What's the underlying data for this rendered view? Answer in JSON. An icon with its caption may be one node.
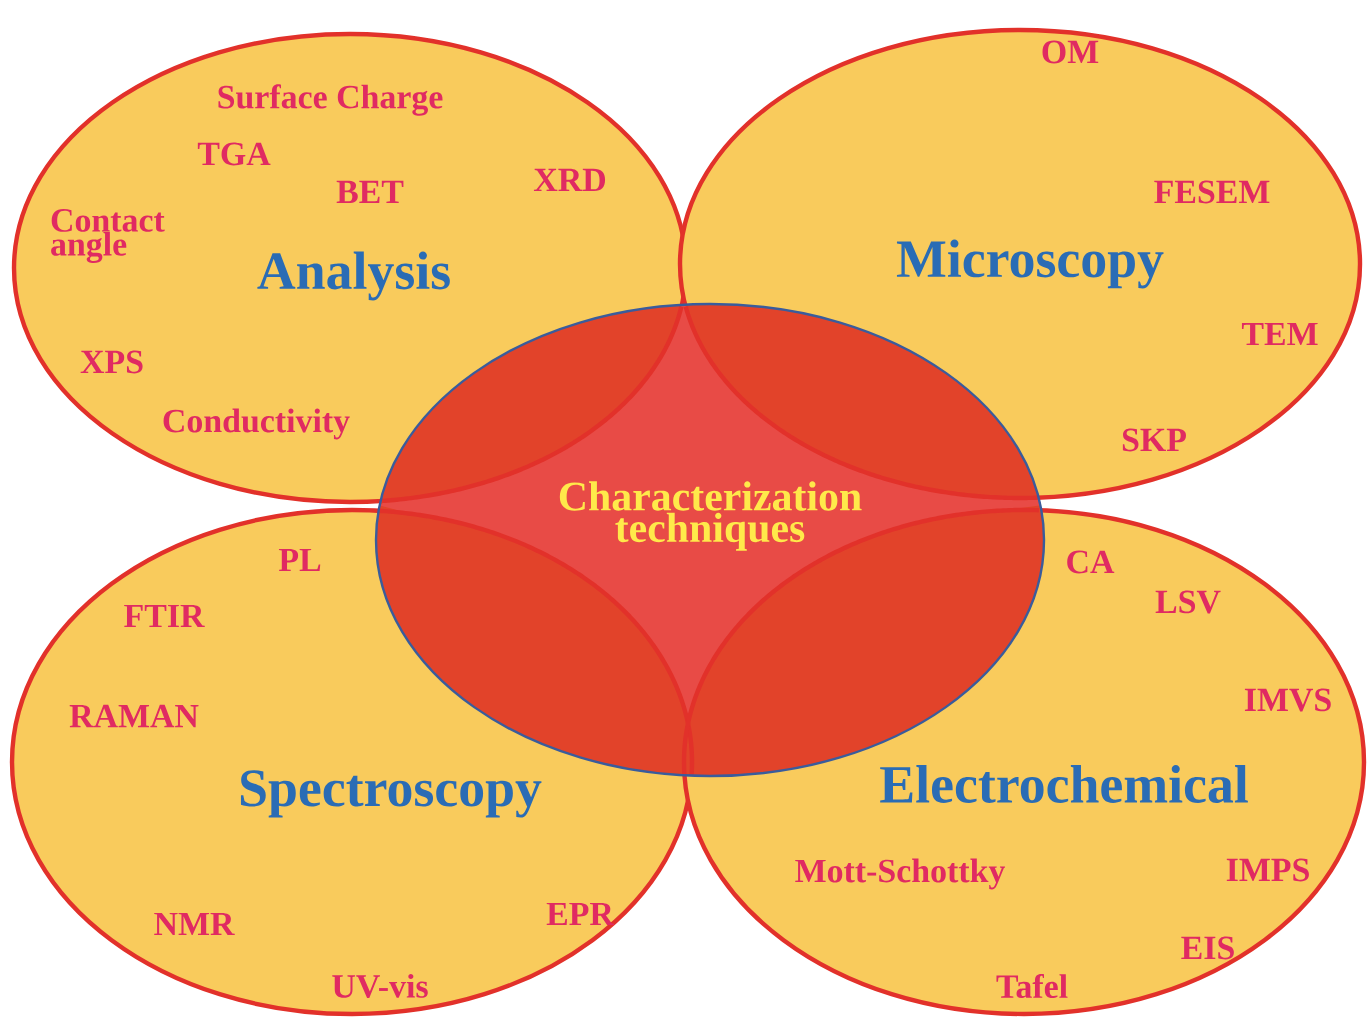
{
  "diagram": {
    "nodes": [
      {
        "text": [
          "Surface Charge",
          "TGA",
          "XRD",
          "BET",
          "Contact angle",
          "Analysis",
          "XPS",
          "Conductivity"
        ]
      },
      {
        "text": [
          "OM",
          "FESEM",
          "Microscopy",
          "TEM",
          "SKP"
        ]
      },
      {
        "text": [
          "PL",
          "FTIR",
          "RAMAN",
          "Spectroscopy",
          "EPR",
          "NMR",
          "UV-vis"
        ]
      },
      {
        "text": [
          "CA",
          "LSV",
          "IMVS",
          "Electrochemical",
          "Mott-Schottky",
          "IMPS",
          "EIS",
          "Tafel"
        ]
      },
      {
        "text": [
          "Characterization techniques"
        ]
      }
    ]
  }
}
